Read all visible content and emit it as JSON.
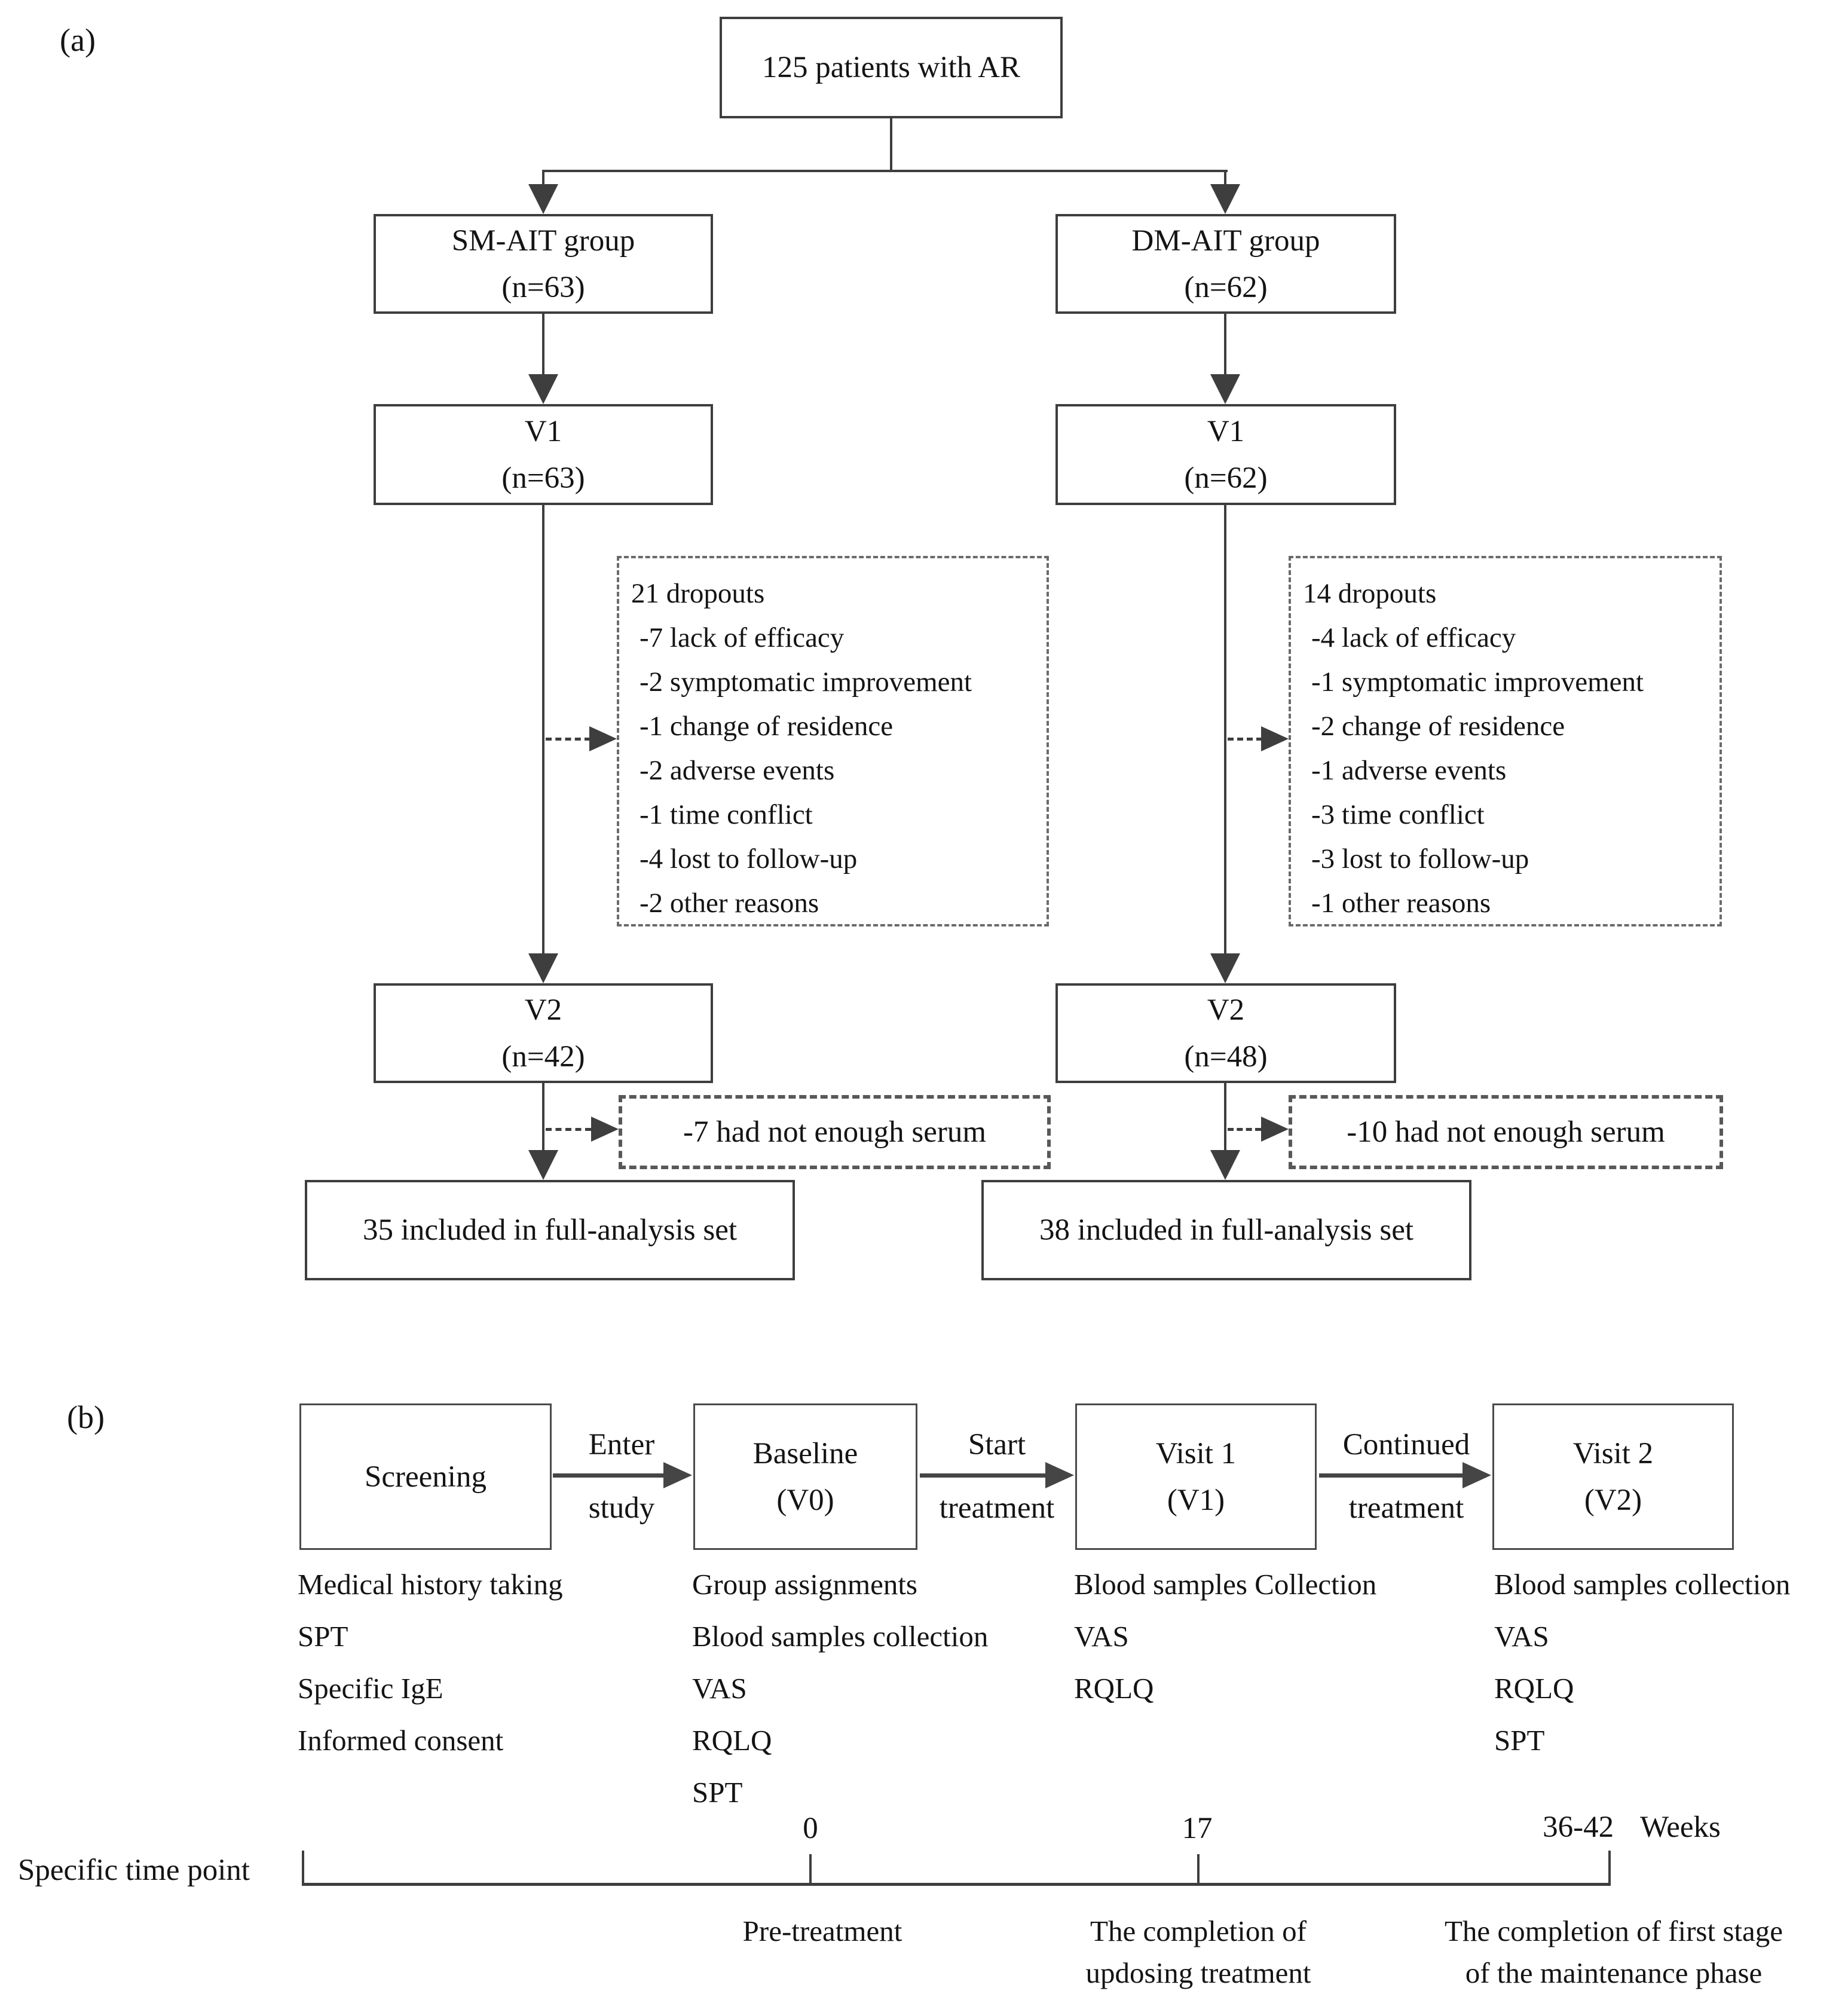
{
  "colors": {
    "line": "#3e3e3e",
    "text": "#141414",
    "background": "#ffffff"
  },
  "panel_a": {
    "label": "(a)",
    "top_box": "125 patients with AR",
    "left": {
      "group_line1": "SM-AIT group",
      "group_line2": "(n=63)",
      "v1_line1": "V1",
      "v1_line2": "(n=63)",
      "v2_line1": "V2",
      "v2_line2": "(n=42)",
      "dropout_lines": [
        "21 dropouts",
        "-7 lack of efficacy",
        "-2 symptomatic improvement",
        "-1 change of residence",
        "-2 adverse events",
        "-1 time conflict",
        "-4 lost to follow-up",
        "-2 other reasons"
      ],
      "serum": "-7 had not enough serum",
      "full_analysis": "35 included in full-analysis set"
    },
    "right": {
      "group_line1": "DM-AIT group",
      "group_line2": "(n=62)",
      "v1_line1": "V1",
      "v1_line2": "(n=62)",
      "v2_line1": "V2",
      "v2_line2": "(n=48)",
      "dropout_lines": [
        "14 dropouts",
        "-4 lack of efficacy",
        "-1 symptomatic improvement",
        "-2 change of residence",
        "-1 adverse events",
        "-3 time conflict",
        "-3 lost to follow-up",
        "-1 other reasons"
      ],
      "serum": "-10 had not enough serum",
      "full_analysis": "38 included in full-analysis set"
    }
  },
  "panel_b": {
    "label": "(b)",
    "stages": [
      {
        "title_line1": "Screening",
        "title_line2": "",
        "activities": [
          "Medical history taking",
          "SPT",
          "Specific IgE",
          "Informed consent"
        ]
      },
      {
        "title_line1": "Baseline",
        "title_line2": "(V0)",
        "activities": [
          "Group assignments",
          "Blood samples collection",
          "VAS",
          "RQLQ",
          "SPT"
        ]
      },
      {
        "title_line1": "Visit 1",
        "title_line2": "(V1)",
        "activities": [
          "Blood samples Collection",
          "VAS",
          "RQLQ"
        ]
      },
      {
        "title_line1": "Visit 2",
        "title_line2": "(V2)",
        "activities": [
          "Blood samples collection",
          "VAS",
          "RQLQ",
          "SPT"
        ]
      }
    ],
    "arrow_labels": [
      {
        "line1": "Enter",
        "line2": "study"
      },
      {
        "line1": "Start",
        "line2": "treatment"
      },
      {
        "line1": "Continued",
        "line2": "treatment"
      }
    ],
    "timeline": {
      "axis_label": "Specific time point",
      "tick_0": "0",
      "tick_1": "17",
      "tick_2": "36-42",
      "unit": "Weeks",
      "phase_0_line1": "Pre-treatment",
      "phase_0_line2": "",
      "phase_1_line1": "The completion of",
      "phase_1_line2": "updosing treatment",
      "phase_2_line1": "The completion of first stage",
      "phase_2_line2": "of the maintenance phase"
    }
  }
}
